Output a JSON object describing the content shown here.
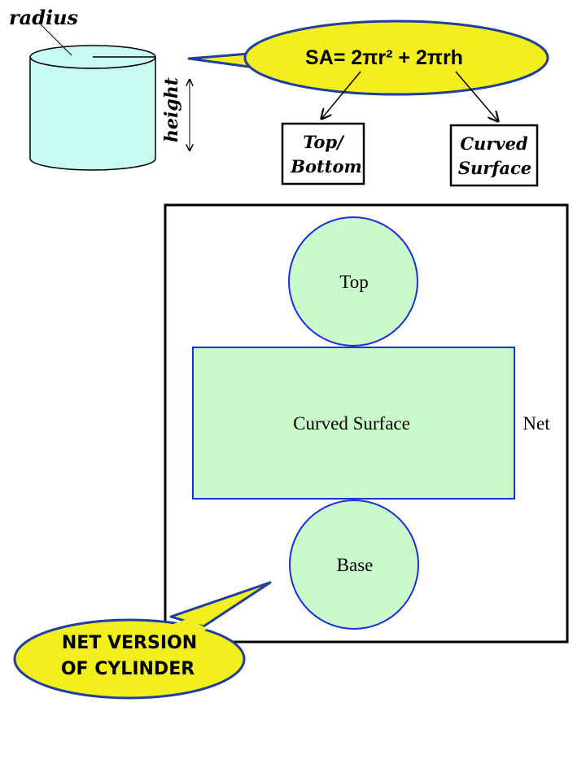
{
  "labels": {
    "radius": "radius",
    "height": "height",
    "formula": "SA= 2πr² + 2πrh",
    "top_bottom_line1": "Top/",
    "top_bottom_line2": "Bottom",
    "curved_surface_line1": "Curved",
    "curved_surface_line2": "Surface",
    "net_top": "Top",
    "net_curved_surface": "Curved Surface",
    "net_base": "Base",
    "net_side_label": "Net",
    "callout_line1": "NET VERSION",
    "callout_line2": "OF CYLINDER"
  },
  "colors": {
    "cylinder_fill": "#c8fbf1",
    "bubble_fill": "#f2ef1d",
    "bubble_stroke": "#1f3fa0",
    "net_fill": "#c9fac9",
    "net_stroke": "#1c2ee0",
    "outline": "#000000"
  }
}
